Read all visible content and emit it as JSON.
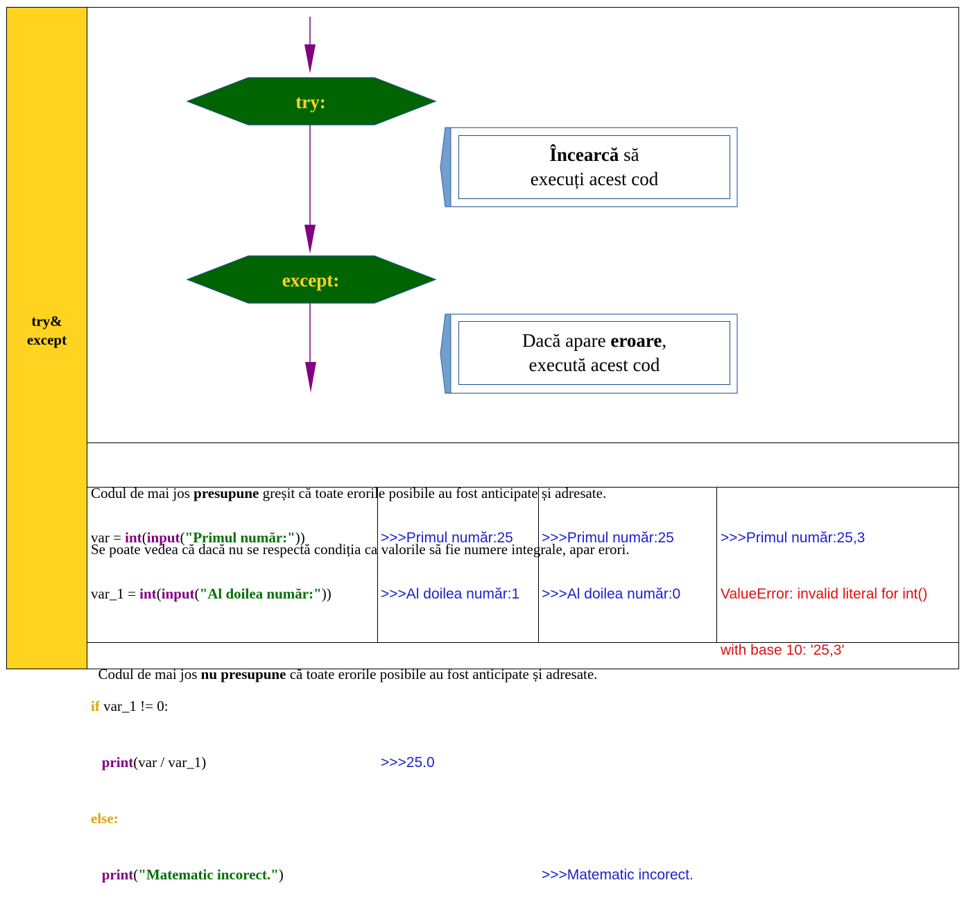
{
  "sidebar": {
    "line1": "try&",
    "line2": "except"
  },
  "diagram": {
    "try_label": "try:",
    "except_label": "except:",
    "callout_try": {
      "bold": "Încearcă",
      "rest1": " să",
      "line2": "execuți acest cod"
    },
    "callout_except": {
      "pre": "Dacă apare ",
      "bold": "eroare",
      "post": ",",
      "line2": "execută acest cod"
    },
    "colors": {
      "shape_fill": "#006400",
      "shape_text": "#ffd320",
      "arrow": "#800080",
      "callout_accent": "#729fcf"
    }
  },
  "note1": {
    "line1_pre": "Codul de mai jos ",
    "line1_bold": "presupune",
    "line1_post": " greșit că toate erorile posibile au fost anticipate și adresate.",
    "line2": "Se poate vedea că dacă nu se respectă condiția ca valorile să fie numere integrale, apar erori."
  },
  "code": {
    "l1_a": "var = ",
    "l1_int": "int",
    "l1_b": "(",
    "l1_input": "input",
    "l1_c": "(",
    "l1_str": "\"Primul număr:\"",
    "l1_d": "))",
    "l2_a": "var_1 = ",
    "l2_int": "int",
    "l2_b": "(",
    "l2_input": "input",
    "l2_c": "(",
    "l2_str": "\"Al doilea număr:\"",
    "l2_d": "))",
    "l4_if": "if",
    "l4_rest": " var_1 != 0:",
    "l5_indent": "   ",
    "l5_print": "print",
    "l5_rest": "(var / var_1)",
    "l6_else": "else:",
    "l7_indent": "   ",
    "l7_print": "print",
    "l7_b": "(",
    "l7_str": "\"Matematic incorect.\"",
    "l7_c": ")"
  },
  "run1": {
    "l1": ">>>Primul număr:25",
    "l2": ">>>Al doilea număr:1",
    "l3": ">>>25.0"
  },
  "run2": {
    "l1": ">>>Primul număr:25",
    "l2": ">>>Al doilea număr:0",
    "l3": ">>>Matematic incorect."
  },
  "run3": {
    "l1": ">>>Primul număr:25,3",
    "l2": "ValueError: invalid literal for int()",
    "l3": "with base 10: '25,3'"
  },
  "note2": {
    "pre": "Codul de mai jos ",
    "bold": "nu presupune",
    "post": " că toate erorile posibile au fost anticipate și adresate."
  }
}
